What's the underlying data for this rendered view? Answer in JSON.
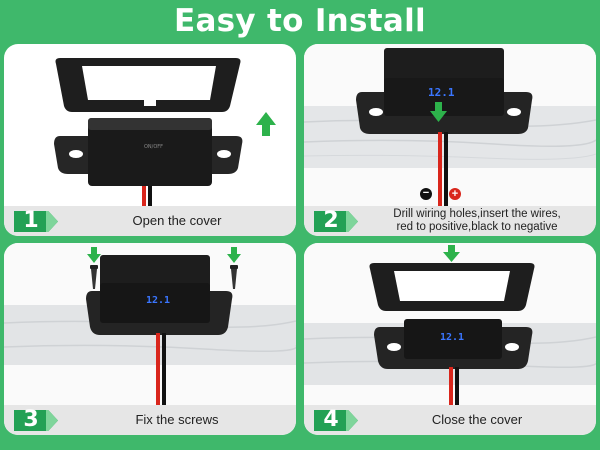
{
  "title": "Easy to Install",
  "colors": {
    "background": "#3fb86b",
    "badge": "#23a155",
    "arrow": "#2db24b",
    "wire_red": "#d9261c",
    "wire_black": "#111111"
  },
  "steps": [
    {
      "number": "1",
      "caption": "Open the cover",
      "icon": "arrow-up-icon"
    },
    {
      "number": "2",
      "caption_line1": "Drill wiring holes,insert the wires,",
      "caption_line2": "red to positive,black to negative",
      "neg": "−",
      "pos": "+",
      "icon": "arrow-down-icon"
    },
    {
      "number": "3",
      "caption": "Fix the screws",
      "icon": "arrow-down-icon"
    },
    {
      "number": "4",
      "caption": "Close the cover",
      "icon": "arrow-down-icon"
    }
  ]
}
